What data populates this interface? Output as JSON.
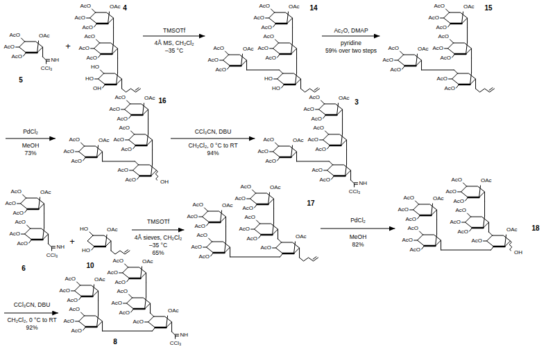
{
  "diagram": {
    "nodes": [
      {
        "text": [
          "5",
          "AcO",
          "OAc",
          "AcO",
          "AcO",
          "NH",
          "CCl₃"
        ]
      },
      {
        "text": [
          "4",
          "AcO",
          "OAc",
          "AcO",
          "AcO",
          "AcO",
          "AcO",
          "AcO",
          "HO",
          "HO",
          "OH"
        ]
      },
      {
        "text": [
          "14",
          "AcO",
          "OAc",
          "AcO",
          "AcO",
          "AcO",
          "AcO",
          "AcO",
          "AcO",
          "OAc",
          "AcO",
          "AcO",
          "HO",
          "HO"
        ]
      },
      {
        "text": [
          "15",
          "AcO",
          "OAc",
          "AcO",
          "AcO",
          "AcO",
          "AcO",
          "AcO",
          "AcO",
          "OAc",
          "AcO",
          "AcO",
          "AcO",
          "AcO"
        ]
      },
      {
        "text": [
          "16",
          "AcO",
          "OAc",
          "AcO",
          "AcO",
          "AcO",
          "AcO",
          "AcO",
          "AcO",
          "OAc",
          "AcO",
          "AcO",
          "AcO",
          "AcO",
          "OH"
        ]
      },
      {
        "text": [
          "3",
          "AcO",
          "OAc",
          "AcO",
          "AcO",
          "AcO",
          "AcO",
          "AcO",
          "AcO",
          "OAc",
          "AcO",
          "AcO",
          "AcO",
          "AcO",
          "NH",
          "CCl₃"
        ]
      },
      {
        "text": [
          "6",
          "AcO",
          "OAc",
          "AcO",
          "AcO",
          "AcO",
          "AcO",
          "AcO",
          "NH",
          "CCl₃"
        ]
      },
      {
        "text": [
          "10",
          "HO",
          "OAc",
          "HO"
        ]
      },
      {
        "text": [
          "17",
          "AcO",
          "OAc",
          "AcO",
          "AcO",
          "AcO",
          "AcO",
          "AcO",
          "AcO",
          "OAc",
          "AcO",
          "AcO",
          "AcO",
          "AcO",
          "AcO",
          "OAc",
          "AcO"
        ]
      },
      {
        "text": [
          "18",
          "AcO",
          "OAc",
          "AcO",
          "AcO",
          "AcO",
          "AcO",
          "AcO",
          "AcO",
          "OAc",
          "AcO",
          "AcO",
          "AcO",
          "AcO",
          "AcO",
          "OAc",
          "AcO",
          "OH"
        ]
      },
      {
        "text": [
          "8",
          "AcO",
          "OAc",
          "AcO",
          "AcO",
          "AcO",
          "AcO",
          "AcO",
          "AcO",
          "OAc",
          "AcO",
          "AcO",
          "AcO",
          "AcO",
          "AcO",
          "OAc",
          "AcO",
          "NH",
          "CCl₃"
        ]
      }
    ],
    "edges": [
      {
        "from": 1,
        "to": 2,
        "arrow": "to"
      },
      {
        "from": 2,
        "to": 3,
        "arrow": "to"
      },
      {
        "from": 4,
        "to": 5,
        "arrow": "to"
      },
      {
        "from": 7,
        "to": 8,
        "arrow": "to"
      },
      {
        "from": 8,
        "to": 9,
        "arrow": "to"
      }
    ],
    "labels": [
      "+",
      "TMSOTf",
      "4Å MS, CH₂Cl₂",
      "–35 °C",
      "Ac₂O, DMAP",
      "pyridine",
      "59% over two steps",
      "PdCl₂",
      "MeOH",
      "73%",
      "CCl₃CN, DBU",
      "CH₂Cl₂, 0 °C to RT",
      "94%",
      "+",
      "TMSOTf",
      "4Å sieves, CH₂Cl₂",
      "–35 °C",
      "65%",
      "PdCl₂",
      "MeOH",
      "82%",
      "CCl₃CN, DBU",
      "CH₂Cl₂, 0 °C to RT",
      "92%"
    ]
  }
}
